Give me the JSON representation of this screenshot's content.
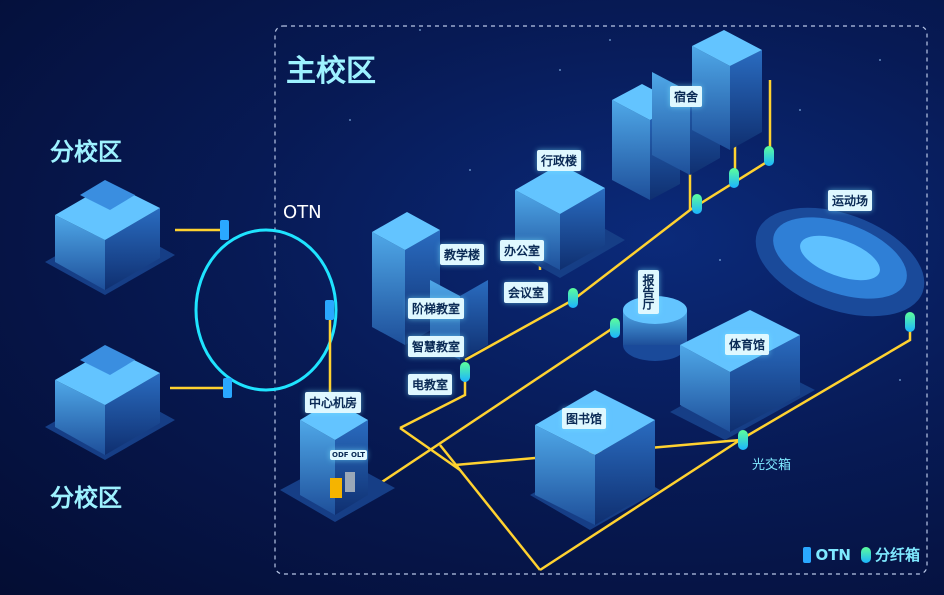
{
  "main_campus": {
    "title": "主校区"
  },
  "branches": [
    {
      "label": "分校区"
    },
    {
      "label": "分校区"
    }
  ],
  "ring": {
    "label": "OTN"
  },
  "buildings": {
    "center_room": "中心机房",
    "center_sub": "ODF  OLT",
    "teaching": "教学楼",
    "lecture": "阶梯教室",
    "smart": "智慧教室",
    "e_class": "电教室",
    "admin": "行政楼",
    "office": "办公室",
    "meeting": "会议室",
    "dorm": "宿舍",
    "stadium": "运动场",
    "report_hall": "报告厅",
    "gym": "体育馆",
    "library": "图书馆",
    "optical_box": "光交箱"
  },
  "legend": {
    "otn": "OTN",
    "fiber": "分纤箱"
  },
  "colors": {
    "link": "#ffd230",
    "ring": "#1fe4ff",
    "frame": "#b8c6e6"
  }
}
